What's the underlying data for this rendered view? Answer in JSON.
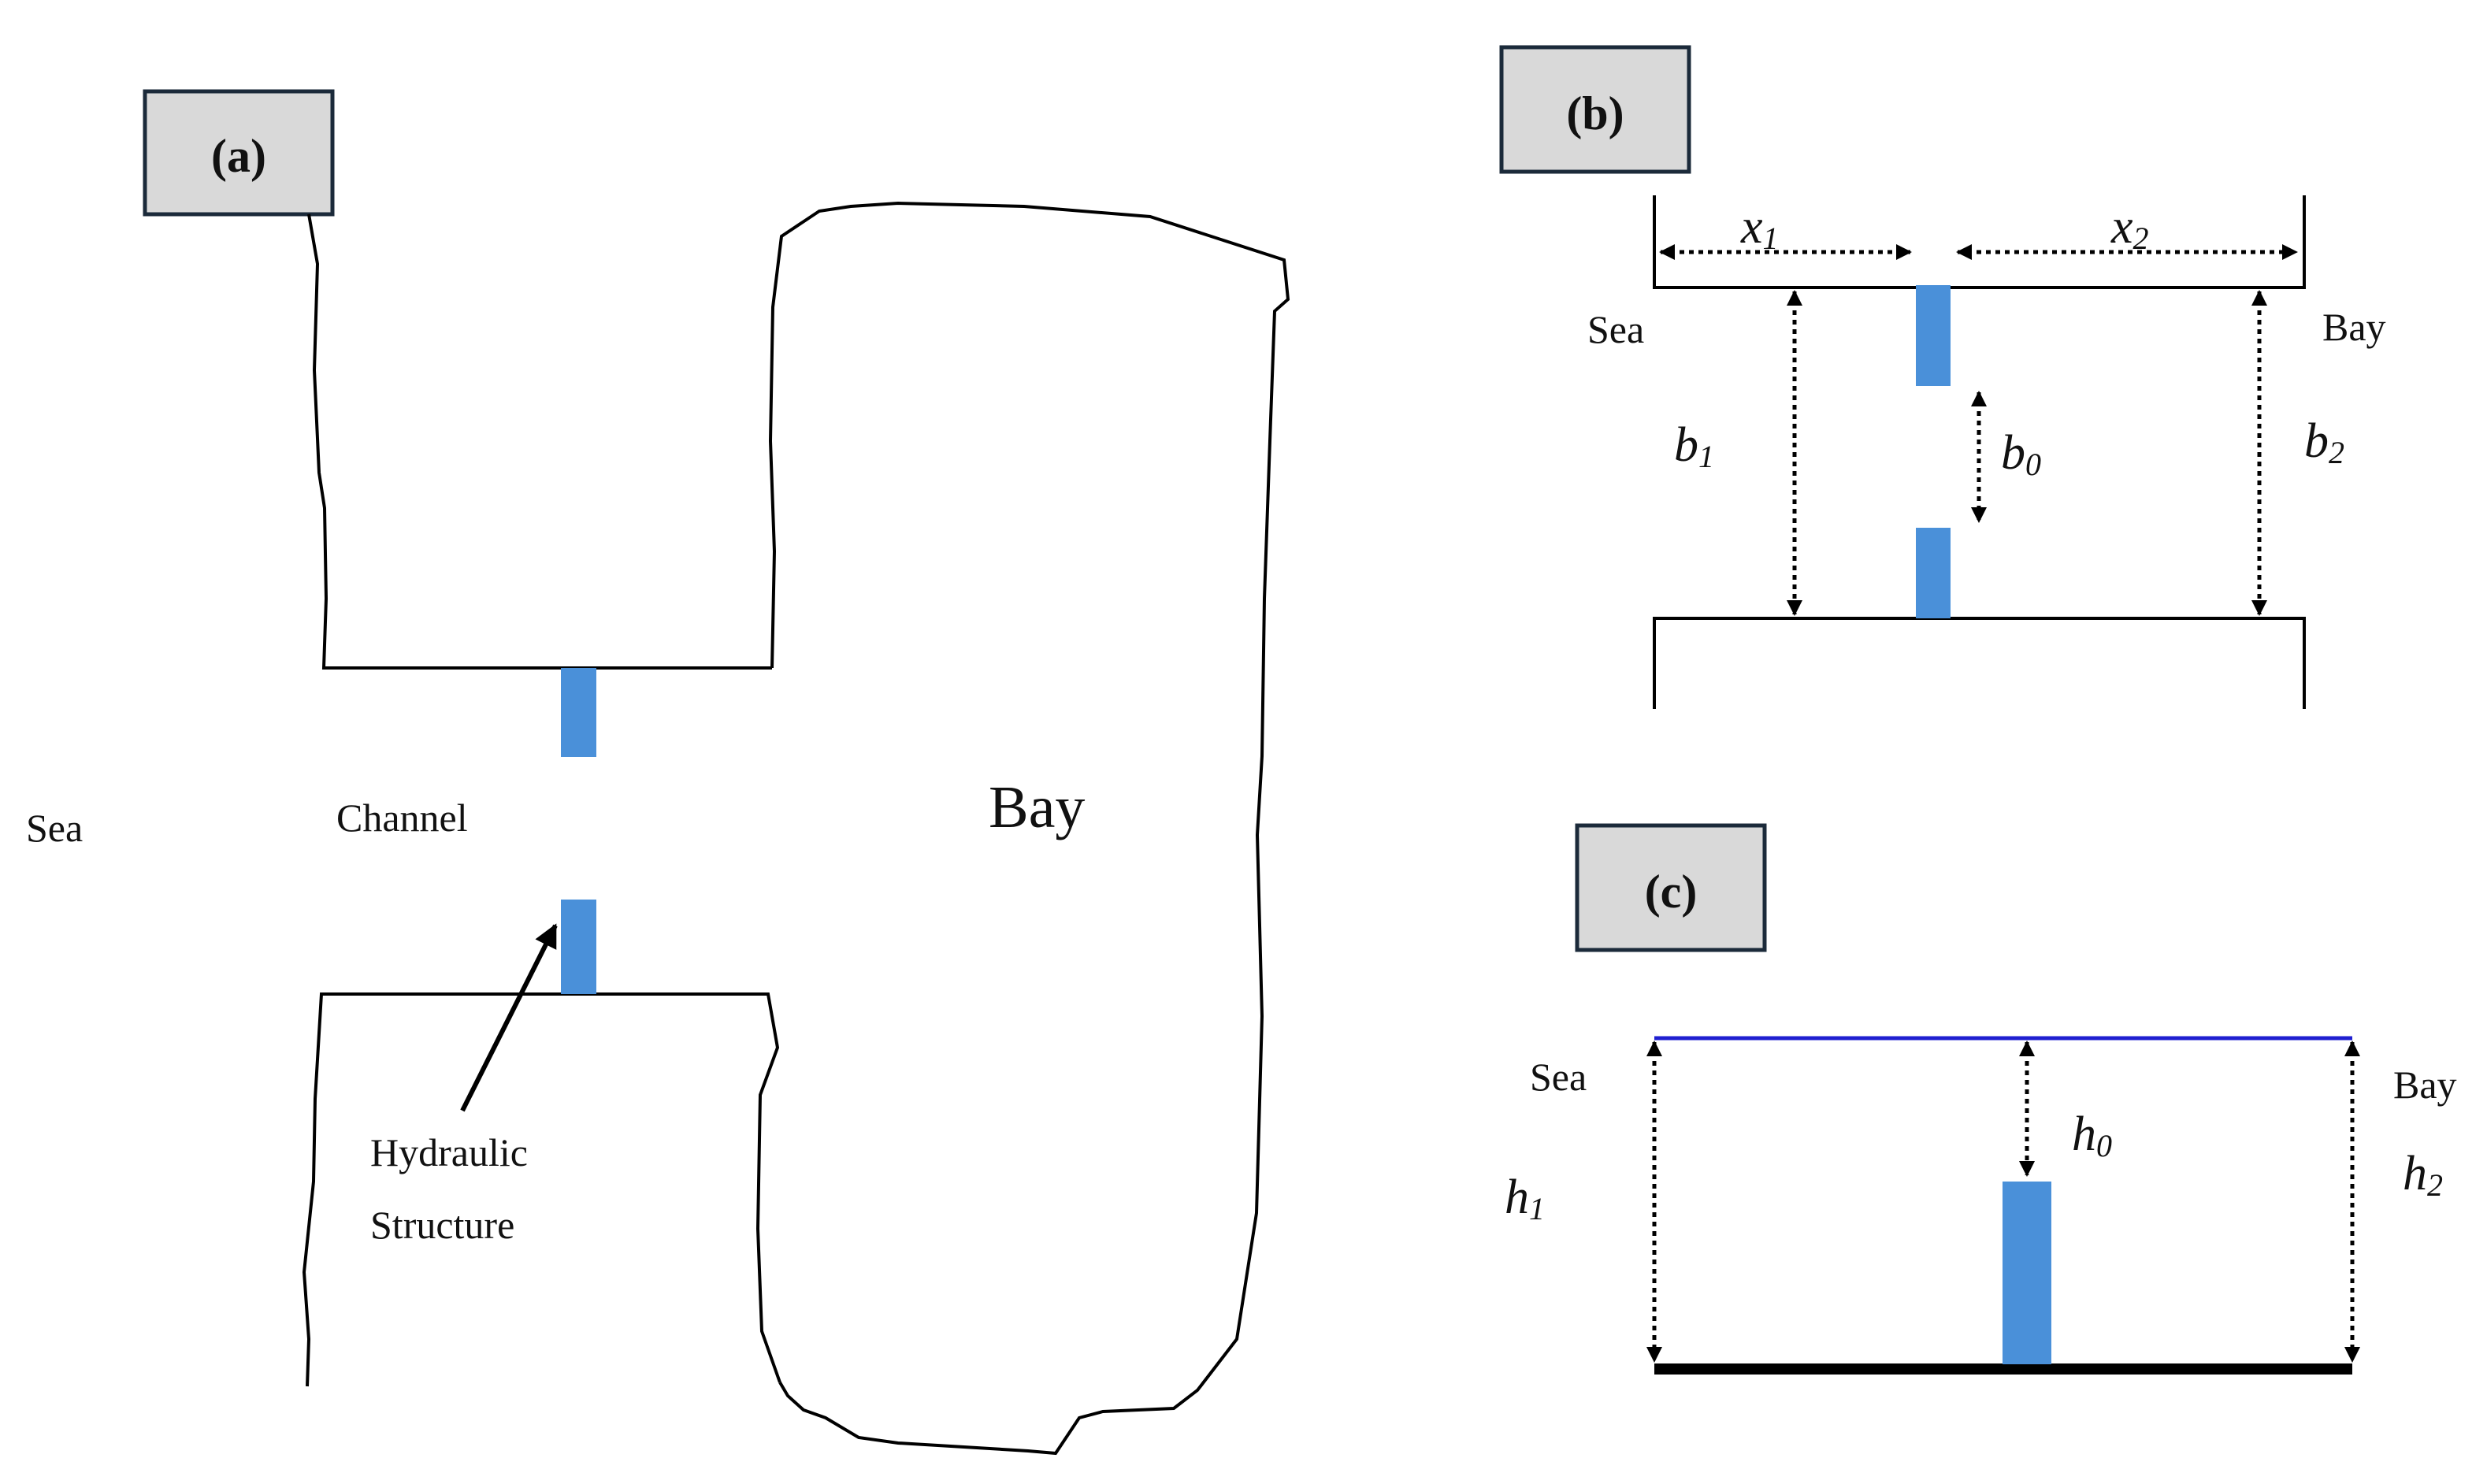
{
  "panels": {
    "a": {
      "label": "(a)",
      "sea": "Sea",
      "channel": "Channel",
      "bay": "Bay",
      "structure_line1": "Hydraulic",
      "structure_line2": "Structure"
    },
    "b": {
      "label": "(b)",
      "sea": "Sea",
      "bay": "Bay",
      "x1": "x",
      "x1_sub": "1",
      "x2": "x",
      "x2_sub": "2",
      "b1": "b",
      "b1_sub": "1",
      "b0": "b",
      "b0_sub": "0",
      "b2": "b",
      "b2_sub": "2"
    },
    "c": {
      "label": "(c)",
      "sea": "Sea",
      "bay": "Bay",
      "h1": "h",
      "h1_sub": "1",
      "h0": "h",
      "h0_sub": "0",
      "h2": "h",
      "h2_sub": "2"
    }
  },
  "colors": {
    "structure": "#4a90d9",
    "water_surface": "#1f1fd0",
    "panel_box_fill": "#d9d9d9",
    "panel_box_stroke": "#1b2a3a",
    "line": "#000000"
  }
}
